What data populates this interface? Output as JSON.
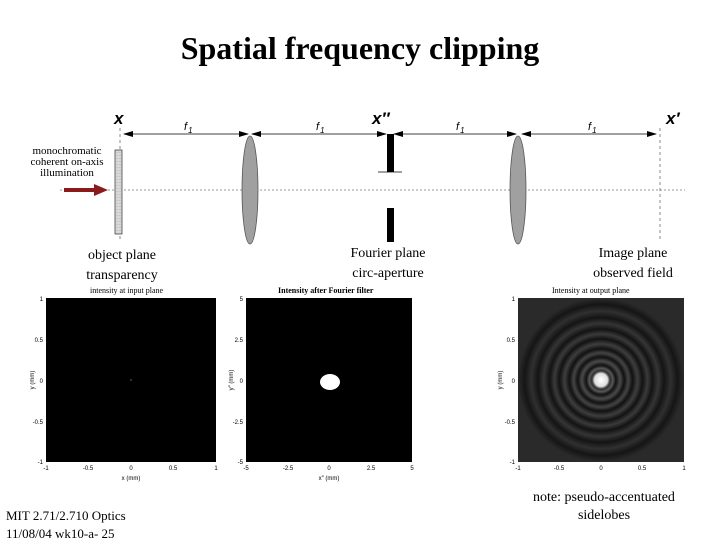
{
  "slide": {
    "title": "Spatial frequency clipping"
  },
  "diagram": {
    "plane_labels": {
      "x": "x",
      "x_dbl": "x″",
      "x_prime": "x′",
      "f1": "f",
      "f1_sub": "1"
    },
    "illumination": "monochromatic coherent on-axis illumination",
    "object_caption_1": "object plane",
    "object_caption_2": "transparency",
    "fourier_caption_1": "Fourier plane",
    "fourier_caption_2": "circ-aperture",
    "image_caption_1": "Image plane",
    "image_caption_2": "observed field"
  },
  "panels": [
    {
      "title": "intensity at input plane",
      "xlabel": "x (mm)",
      "ylabel": "y (mm)",
      "xticks": [
        "-1",
        "-0.5",
        "0",
        "0.5",
        "1"
      ],
      "yticks": [
        "1",
        "0.5",
        "0",
        "-0.5",
        "-1"
      ]
    },
    {
      "title": "Intensity after Fourier filter",
      "xlabel": "x″ (mm)",
      "ylabel": "y″ (mm)",
      "xticks": [
        "-5",
        "-2.5",
        "0",
        "2.5",
        "5"
      ],
      "yticks": [
        "5",
        "2.5",
        "0",
        "-2.5",
        "-5"
      ]
    },
    {
      "title": "Intensity at output plane",
      "xlabel": "",
      "ylabel": "y (mm)",
      "xticks": [
        "-1",
        "-0.5",
        "0",
        "0.5",
        "1"
      ],
      "yticks": [
        "1",
        "0.5",
        "0",
        "-0.5",
        "-1"
      ]
    }
  ],
  "footer": {
    "line1": "MIT 2.71/2.710 Optics",
    "line2": "11/08/04 wk10-a- 25"
  },
  "note": {
    "line1": "note: pseudo-accentuated",
    "line2": "sidelobes"
  },
  "colors": {
    "arrow": "#8b1a1a",
    "lens_fill": "#a0a0a0",
    "panel_bg": "#000000"
  }
}
